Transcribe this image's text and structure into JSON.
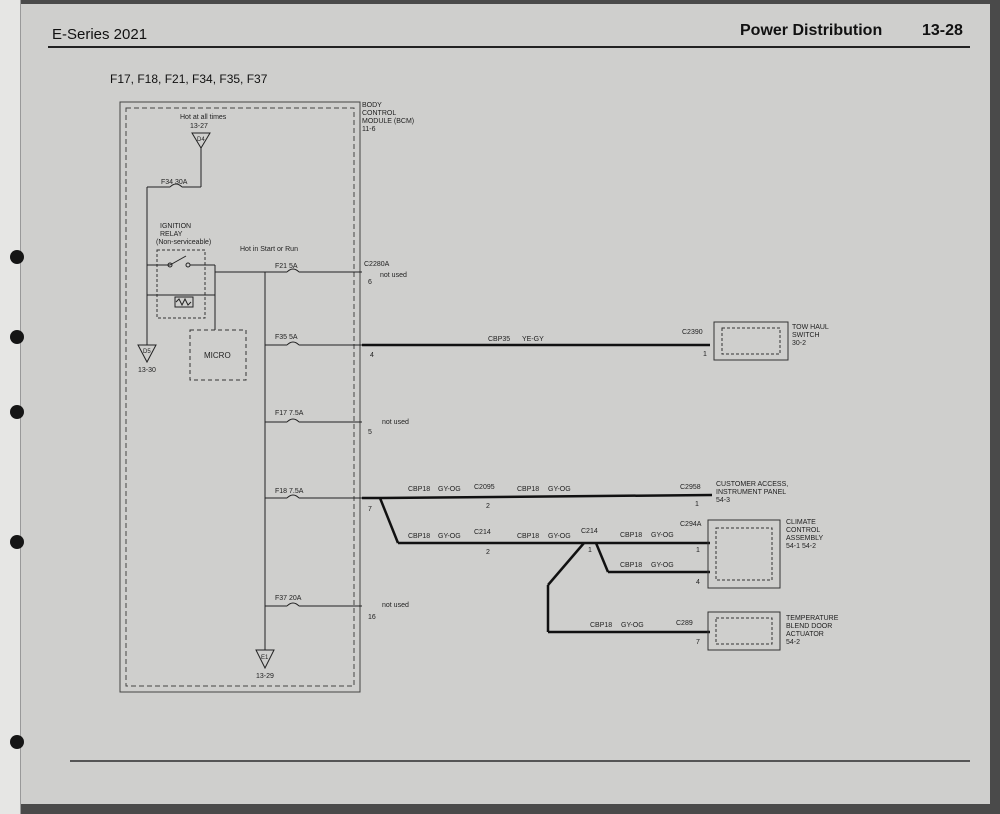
{
  "header": {
    "title": "E-Series 2021",
    "section": "Power Distribution",
    "page_number": "13-28"
  },
  "diagram": {
    "fuse_list": "F17, F18, F21, F34, F35, F37",
    "bcm_label": [
      "BODY",
      "CONTROL",
      "MODULE (BCM)",
      "11-6"
    ],
    "hot_at_all_times": "Hot at all times",
    "hot_at_all_times_ref": "13-27",
    "top_connector": "D4",
    "f34_label": "F34  30A",
    "ignition_relay": [
      "IGNITION",
      "RELAY",
      "(Non-serviceable)"
    ],
    "hot_in_start_run": "Hot in Start or Run",
    "micro": "MICRO",
    "d5_connector": "D5",
    "d5_ref": "13-30",
    "e1_connector": "E1",
    "e1_ref": "13-29",
    "fuses": [
      {
        "label": "F21  5A",
        "pin": "6",
        "note": "not used"
      },
      {
        "label": "F35  5A",
        "pin": "4"
      },
      {
        "label": "F17  7.5A",
        "pin": "5",
        "note": "not used"
      },
      {
        "label": "F18  7.5A",
        "pin": "7"
      },
      {
        "label": "F37  20A",
        "pin": "16",
        "note": "not used"
      }
    ],
    "c2280a": "C2280A",
    "circuit_tow": "CBP35",
    "color_tow": "YE-GY",
    "c2390": "C2390",
    "tow_pin": "1",
    "tow_switch": [
      "TOW HAUL",
      "SWITCH",
      "30-2"
    ],
    "circuit": "CBP18",
    "color": "GY-OG",
    "c2095": "C2095",
    "c2095_pin": "2",
    "c2958": "C2958",
    "c2958_pin": "1",
    "customer_access": [
      "CUSTOMER ACCESS,",
      "INSTRUMENT PANEL",
      "54-3"
    ],
    "c214": "C214",
    "c214_pin": "2",
    "c214_splice": "C214",
    "c214_splice_pin": "1",
    "c294a": "C294A",
    "c294a_pin1": "1",
    "c294a_pin2": "4",
    "climate": [
      "CLIMATE",
      "CONTROL",
      "ASSEMBLY",
      "54-1    54-2"
    ],
    "c289": "C289",
    "c289_pin": "7",
    "temp_blend": [
      "TEMPERATURE",
      "BLEND DOOR",
      "ACTUATOR",
      "54-2"
    ]
  }
}
